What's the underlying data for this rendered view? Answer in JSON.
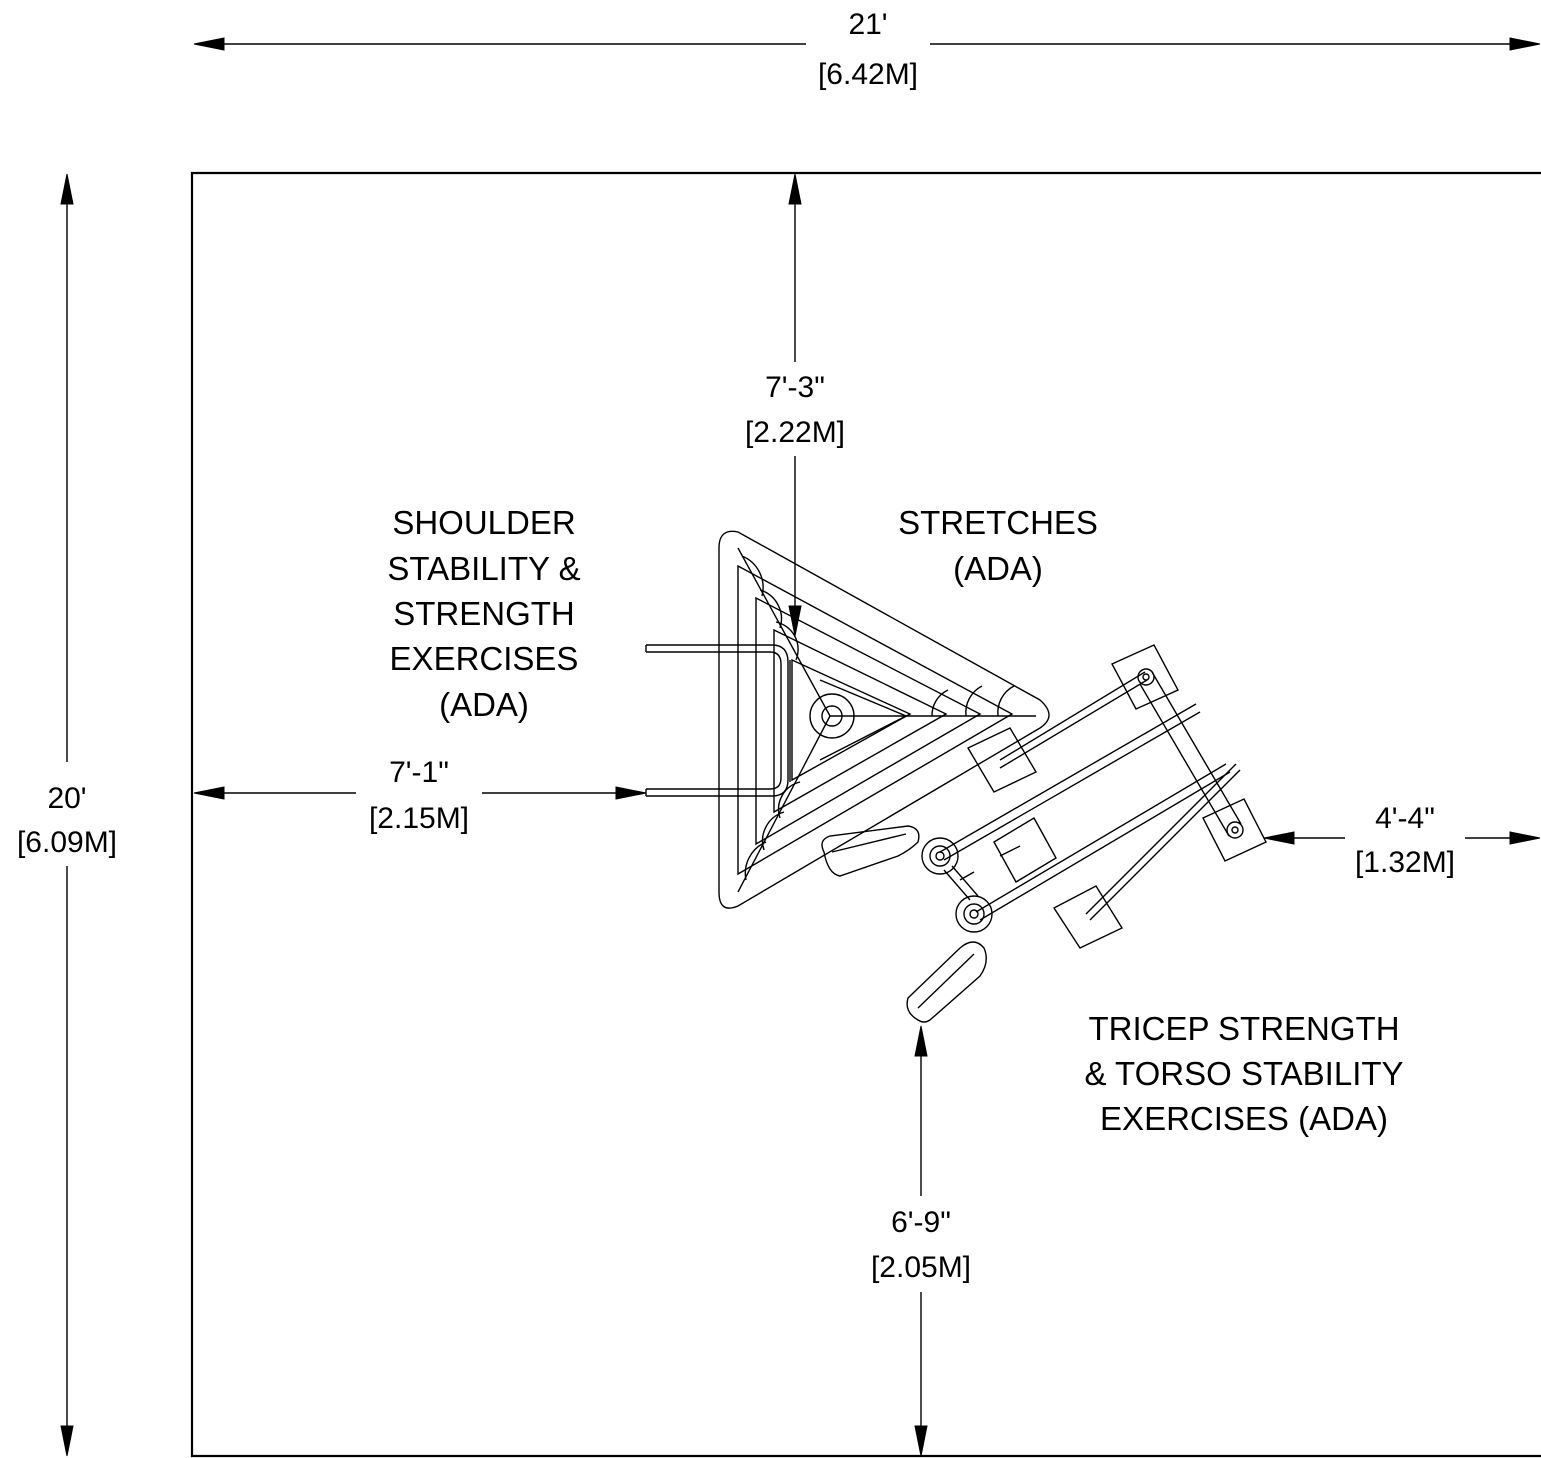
{
  "overall": {
    "width_ft": "21'",
    "width_m": "[6.42M]",
    "height_ft": "20'",
    "height_m": "[6.09M]"
  },
  "dimensions": {
    "top_clearance_ft": "7'-3\"",
    "top_clearance_m": "[2.22M]",
    "left_clearance_ft": "7'-1\"",
    "left_clearance_m": "[2.15M]",
    "right_clearance_ft": "4'-4\"",
    "right_clearance_m": "[1.32M]",
    "bottom_clearance_ft": "6'-9\"",
    "bottom_clearance_m": "[2.05M]"
  },
  "labels": {
    "shoulder": [
      "SHOULDER",
      "STABILITY &",
      "STRENGTH",
      "EXERCISES",
      "(ADA)"
    ],
    "stretches": [
      "STRETCHES",
      "(ADA)"
    ],
    "tricep": [
      "TRICEP STRENGTH",
      "& TORSO STABILITY",
      "EXERCISES (ADA)"
    ]
  }
}
